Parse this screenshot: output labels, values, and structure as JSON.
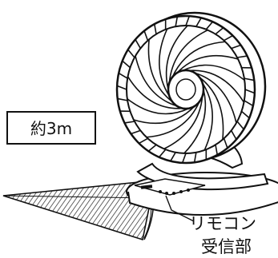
{
  "distance_label": "約3m",
  "receiver_label": [
    "リモコン",
    "受信部"
  ],
  "colors": {
    "ink": "#111111",
    "paper": "#ffffff",
    "hatch": "#222222"
  },
  "icons": {
    "fan": "circulator-fan-illustration",
    "signal": "remote-signal-cone",
    "leader": "callout-leader-line"
  }
}
